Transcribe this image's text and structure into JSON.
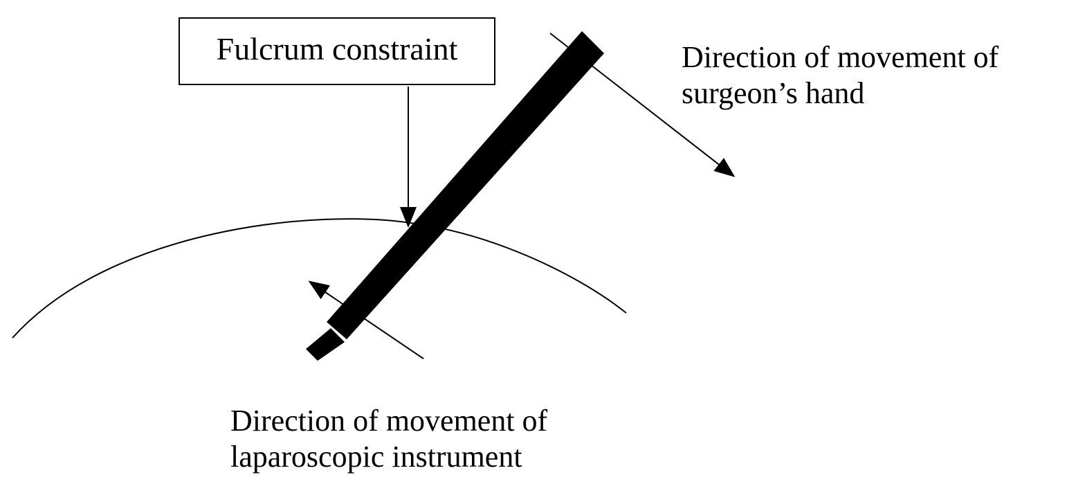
{
  "fulcrum_box": {
    "label": "Fulcrum constraint"
  },
  "hand_direction": {
    "line1": "Direction of movement of",
    "line2": "surgeon’s hand"
  },
  "instrument_direction": {
    "line1": "Direction of movement of",
    "line2": "laparoscopic instrument"
  },
  "colors": {
    "ink": "#000000",
    "background": "#ffffff"
  }
}
